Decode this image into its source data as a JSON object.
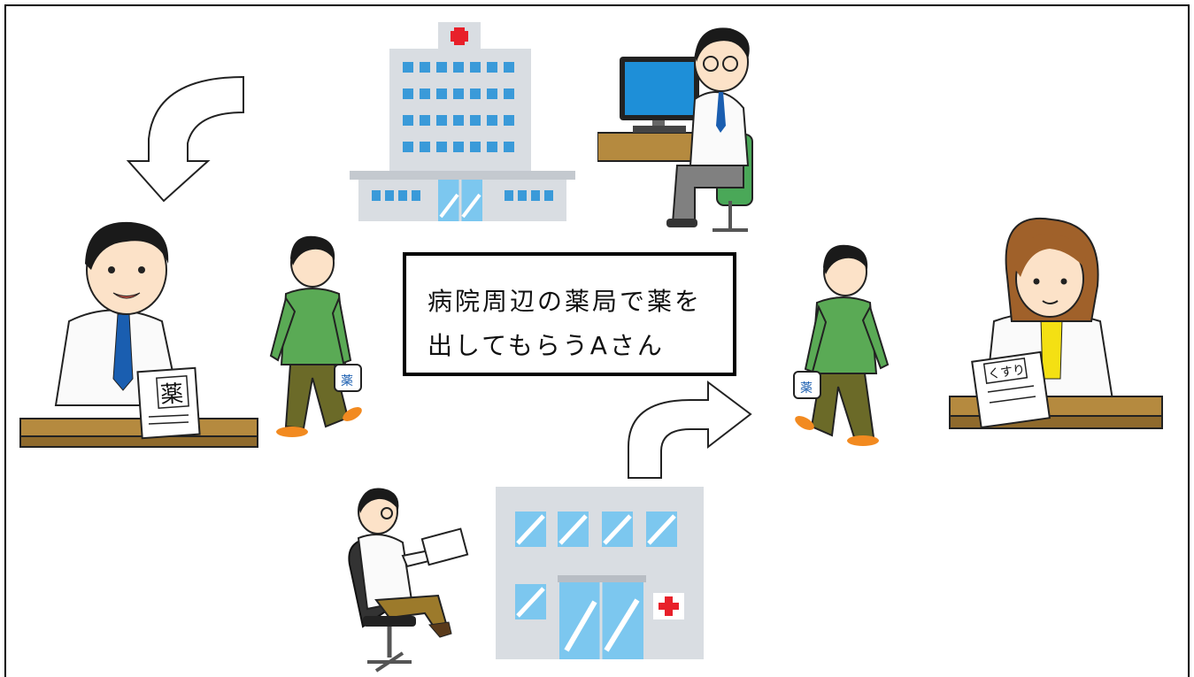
{
  "caption": {
    "line1": "病院周辺の薬局で薬を",
    "line2": "出してもらうAさん"
  },
  "signs": {
    "pharmacist_left_paper": "薬",
    "pharmacist_right_board": "くすり",
    "bag_mark": "薬"
  },
  "colors": {
    "hospital_wall": "#d9dde2",
    "window_blue": "#3a9ad9",
    "glass_blue": "#7cc7ef",
    "shirt_green": "#5aaa55",
    "pants_olive": "#6b6a28",
    "desk_brown": "#b58a3f",
    "tie_blue": "#1a5eb0",
    "cross_red": "#e8202a"
  }
}
